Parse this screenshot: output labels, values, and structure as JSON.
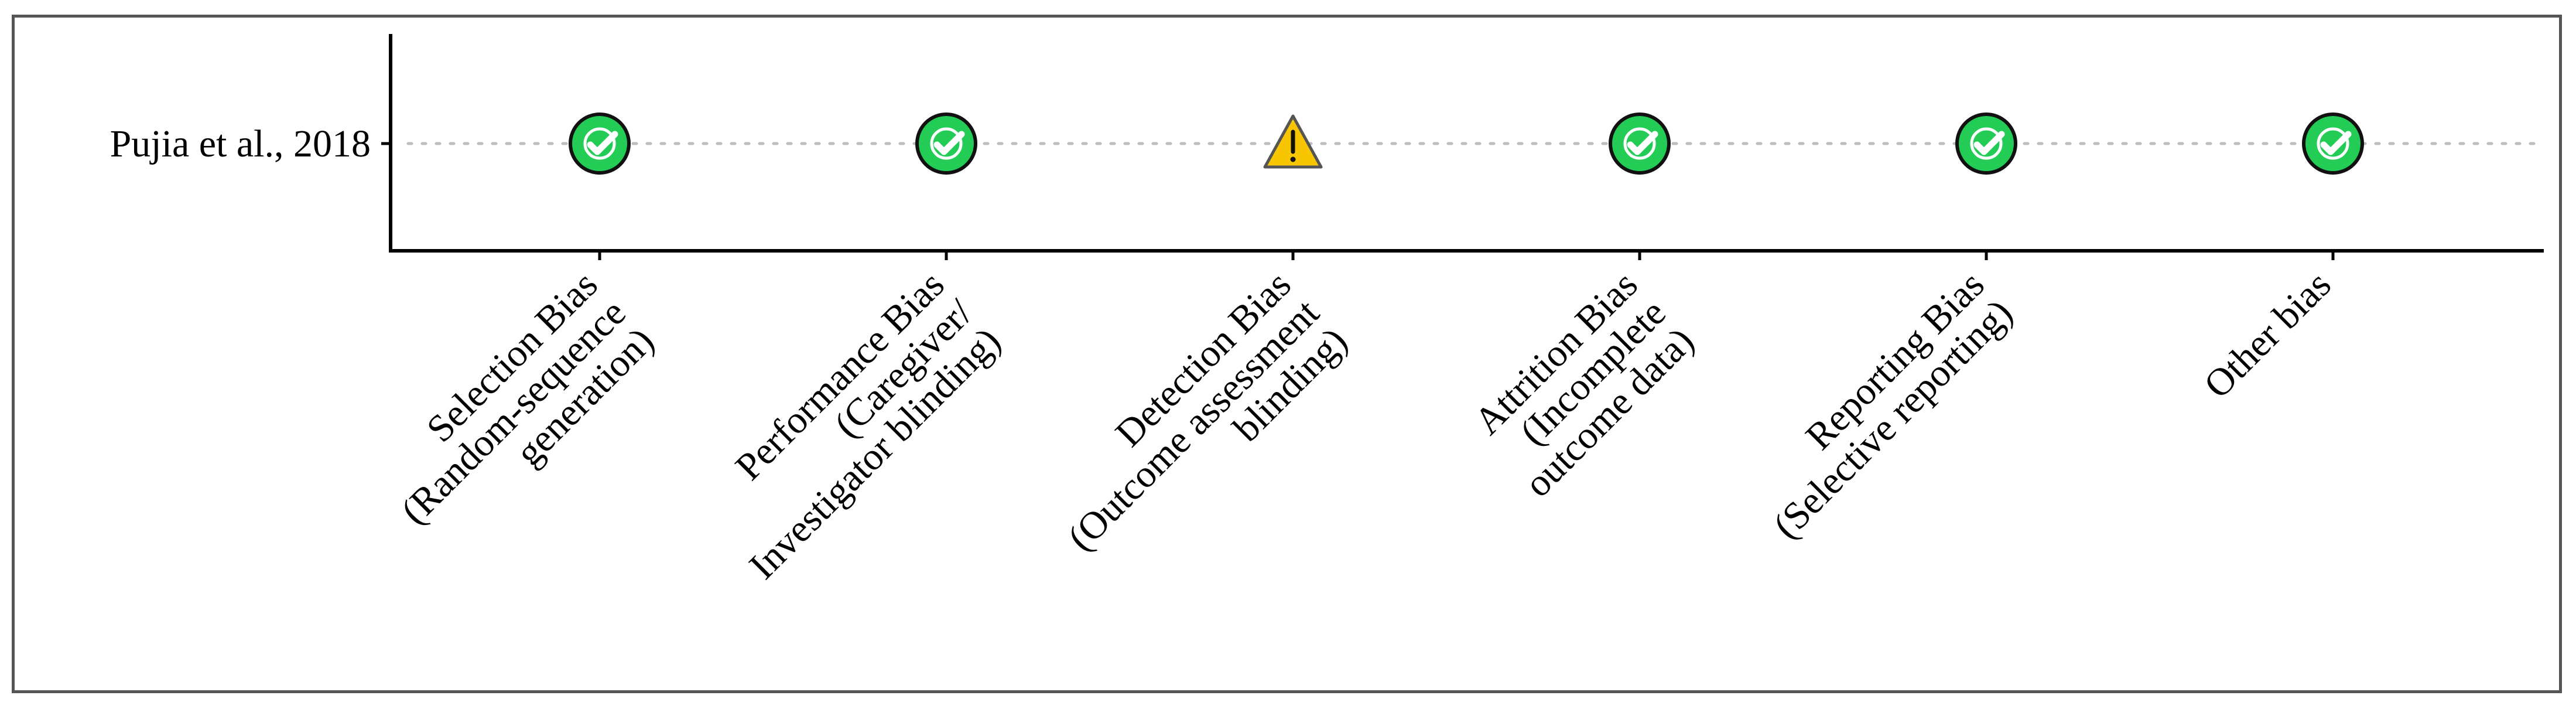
{
  "chart_data": {
    "type": "traffic-light",
    "studies": [
      "Pujia et al., 2018"
    ],
    "domains": [
      [
        "Selection Bias",
        "(Random-sequence",
        "generation)"
      ],
      [
        "Performance Bias",
        "(Caregiver/",
        "Investigator blinding)"
      ],
      [
        "Detection Bias",
        "(Outcome assessment",
        "blinding)"
      ],
      [
        "Attrition Bias",
        "(Incomplete",
        "outcome data)"
      ],
      [
        "Reporting Bias",
        "(Selective reporting)"
      ],
      [
        "Other bias"
      ]
    ],
    "judgements": [
      [
        "low",
        "low",
        "unclear",
        "low",
        "low",
        "low"
      ]
    ],
    "symbols": {
      "low": {
        "icon": "check-circle-icon",
        "fill": "#22cc55",
        "stroke": "#111111",
        "mark": "#ffffff"
      },
      "unclear": {
        "icon": "warning-triangle-icon",
        "fill": "#f7c600",
        "stroke": "#555555",
        "mark": "#111111"
      }
    },
    "tick_label_rotation_deg": -45,
    "guide_color": "#bdbdbd",
    "grid": false,
    "legend": "none"
  }
}
